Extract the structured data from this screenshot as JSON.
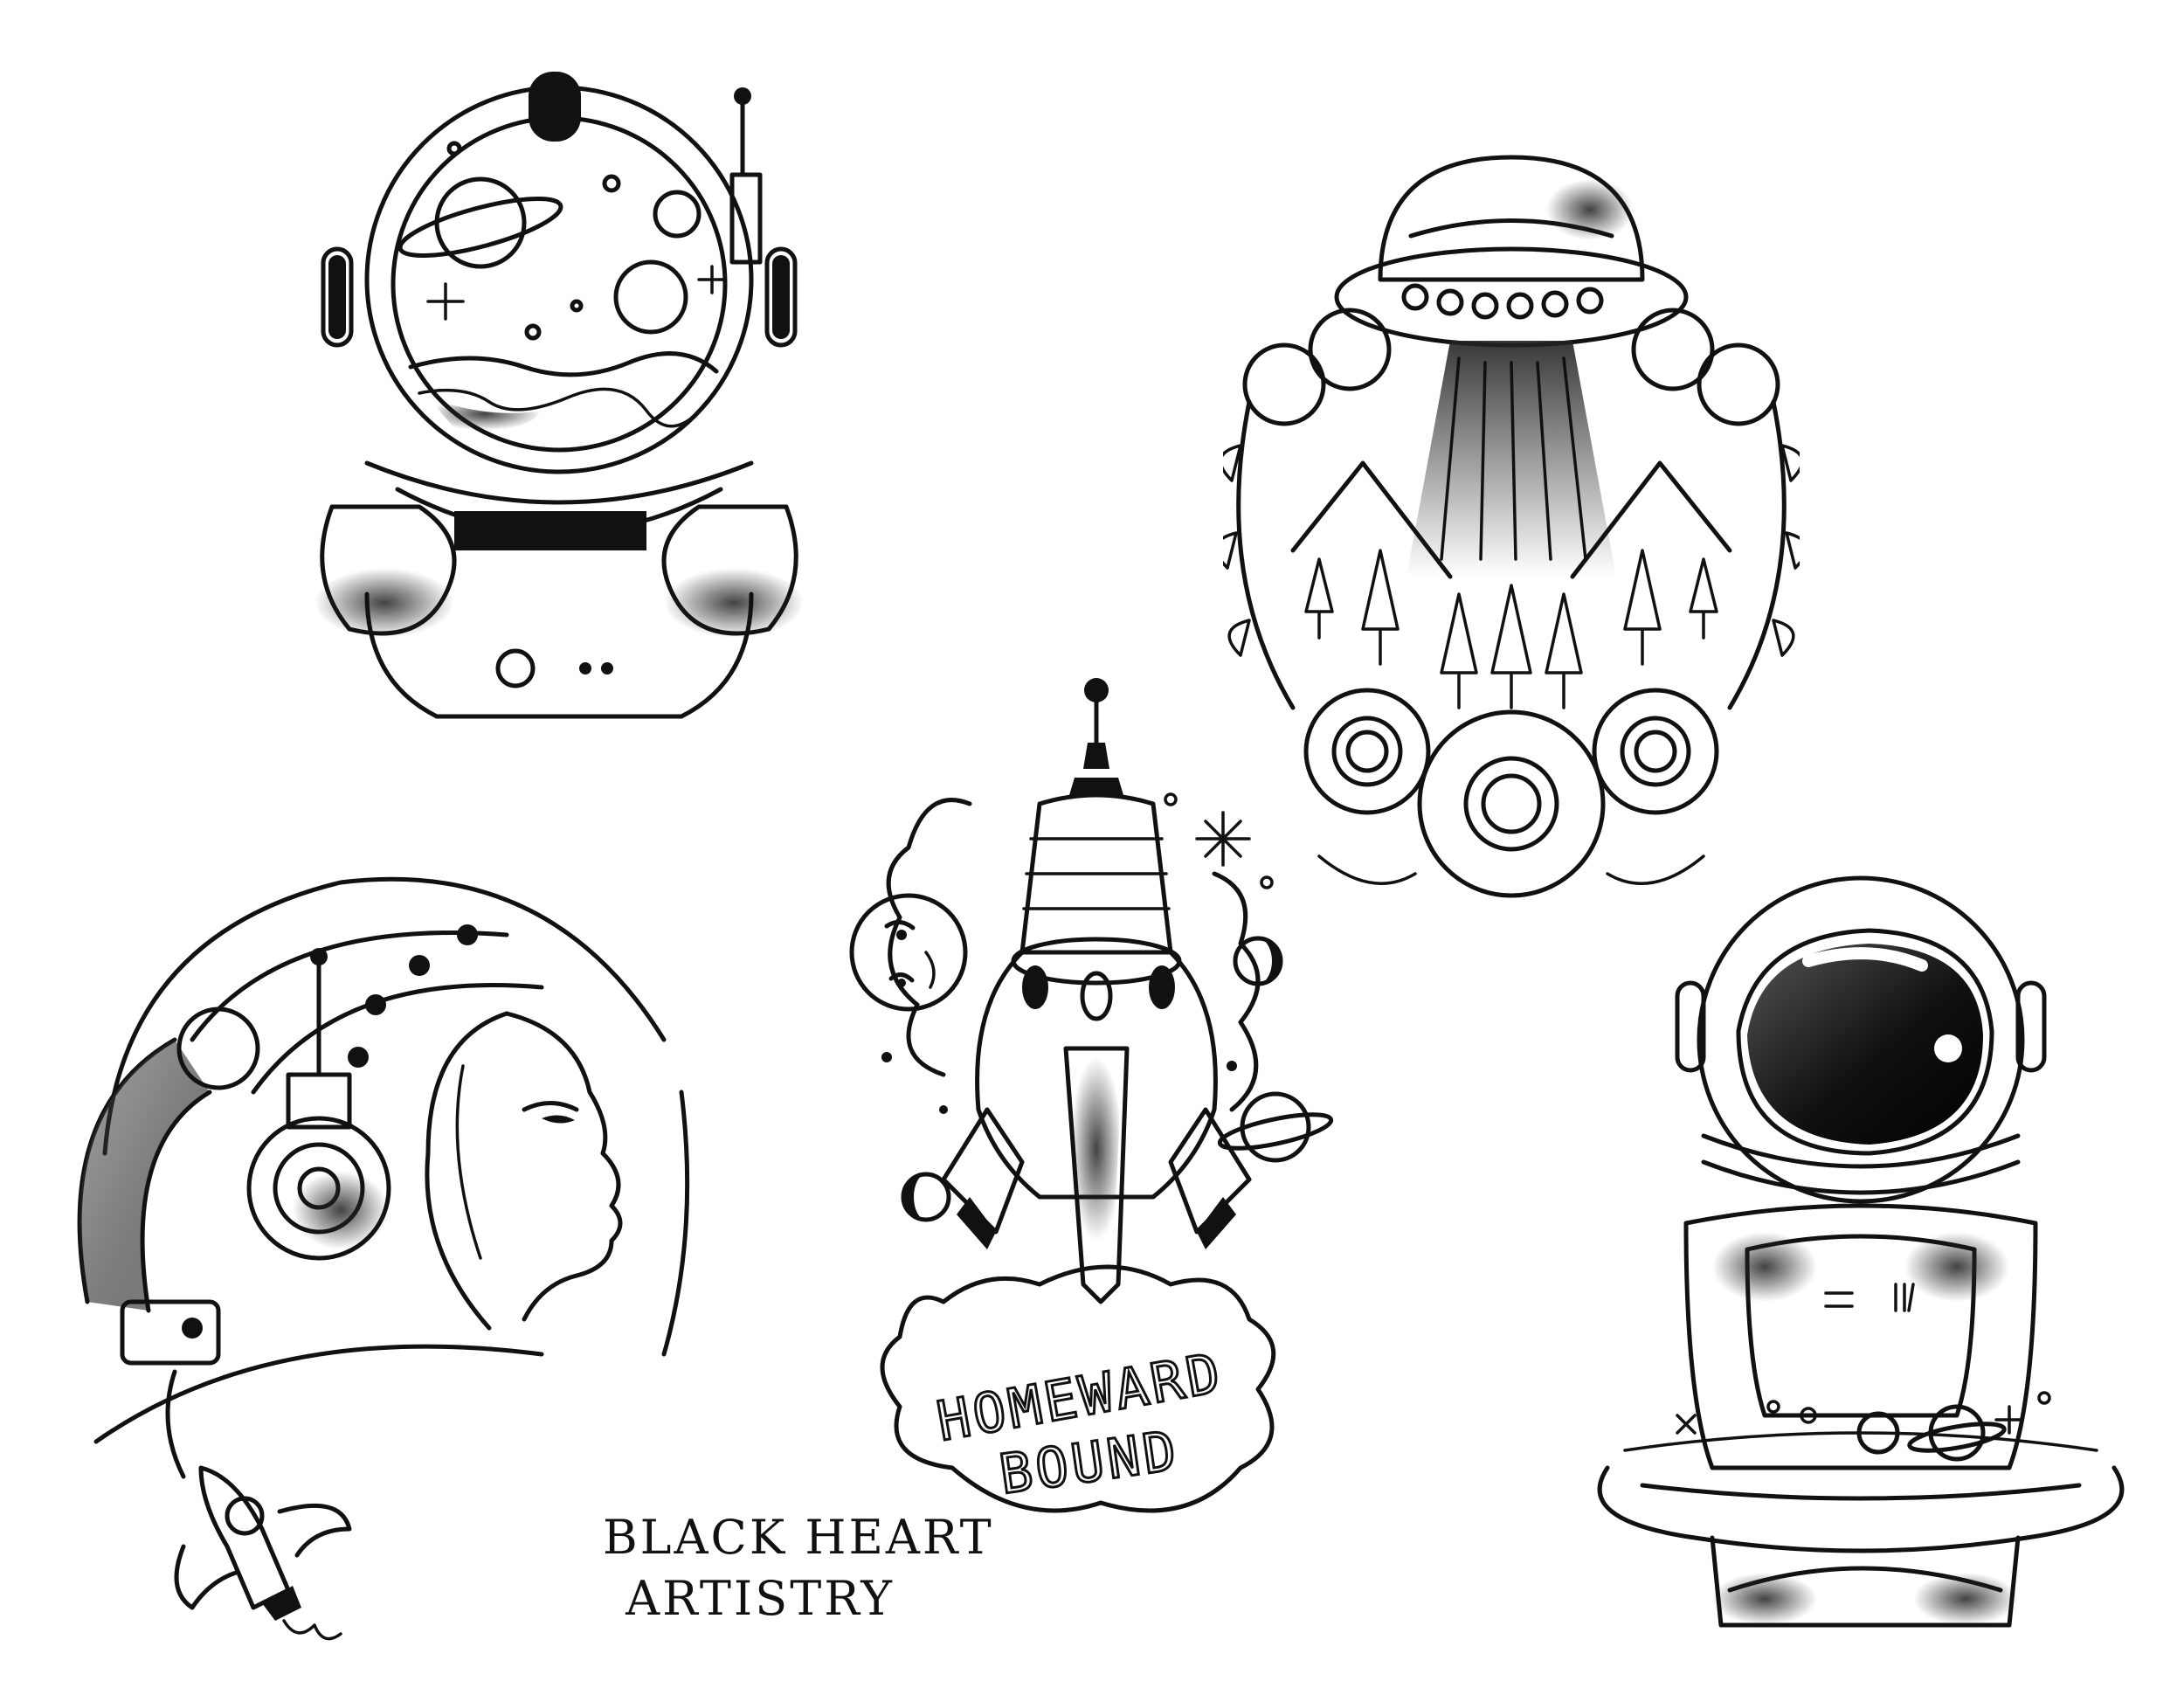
{
  "flash_sheet": {
    "studio_line1": "BLACK HEART",
    "studio_line2": "ARTISTRY",
    "banner_line1": "HOMEWARD",
    "banner_line2": "BOUND",
    "ink_color": "#111111",
    "paper_color": "#ffffff"
  }
}
